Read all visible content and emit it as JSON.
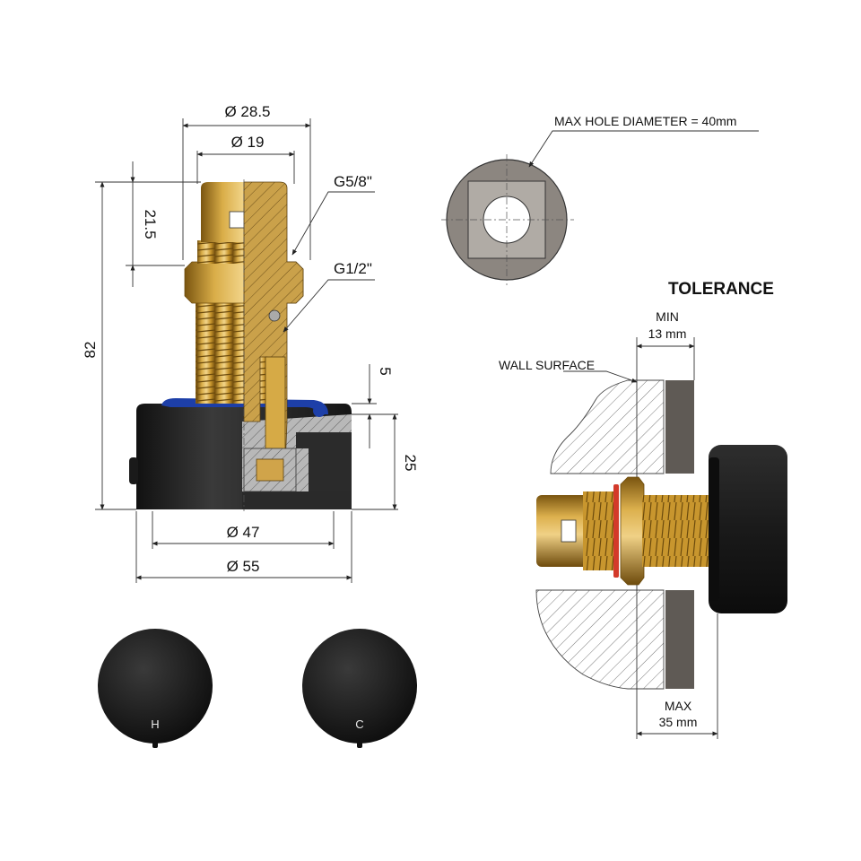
{
  "section_view": {
    "dimensions": {
      "outer_thread_dia": "Ø 28.5",
      "inner_dia": "Ø 19",
      "top_height": "21.5",
      "total_height": "82",
      "spacer": "5",
      "cap_height": "25",
      "base_dia": "Ø 47",
      "cap_dia": "Ø 55"
    },
    "threads": {
      "outlet_thread": "G5/8\"",
      "inlet_thread": "G1/2\""
    }
  },
  "hole_view": {
    "max_hole_label": "MAX HOLE DIAMETER = 40mm"
  },
  "tolerance_view": {
    "title": "TOLERANCE",
    "min_label_line1": "MIN",
    "min_label_line2": "13 mm",
    "wall_surface_label": "WALL SURFACE",
    "max_label_line1": "MAX",
    "max_label_line2": "35 mm"
  },
  "knobs": {
    "hot_letter": "H",
    "cold_letter": "C"
  },
  "colors": {
    "brass": "#c9982f",
    "brass_dark": "#8a6414",
    "black_body": "#222222",
    "seal_blue": "#1d3fa8",
    "oring_red": "#d33a2a",
    "wall_grey": "#5f5a55"
  }
}
